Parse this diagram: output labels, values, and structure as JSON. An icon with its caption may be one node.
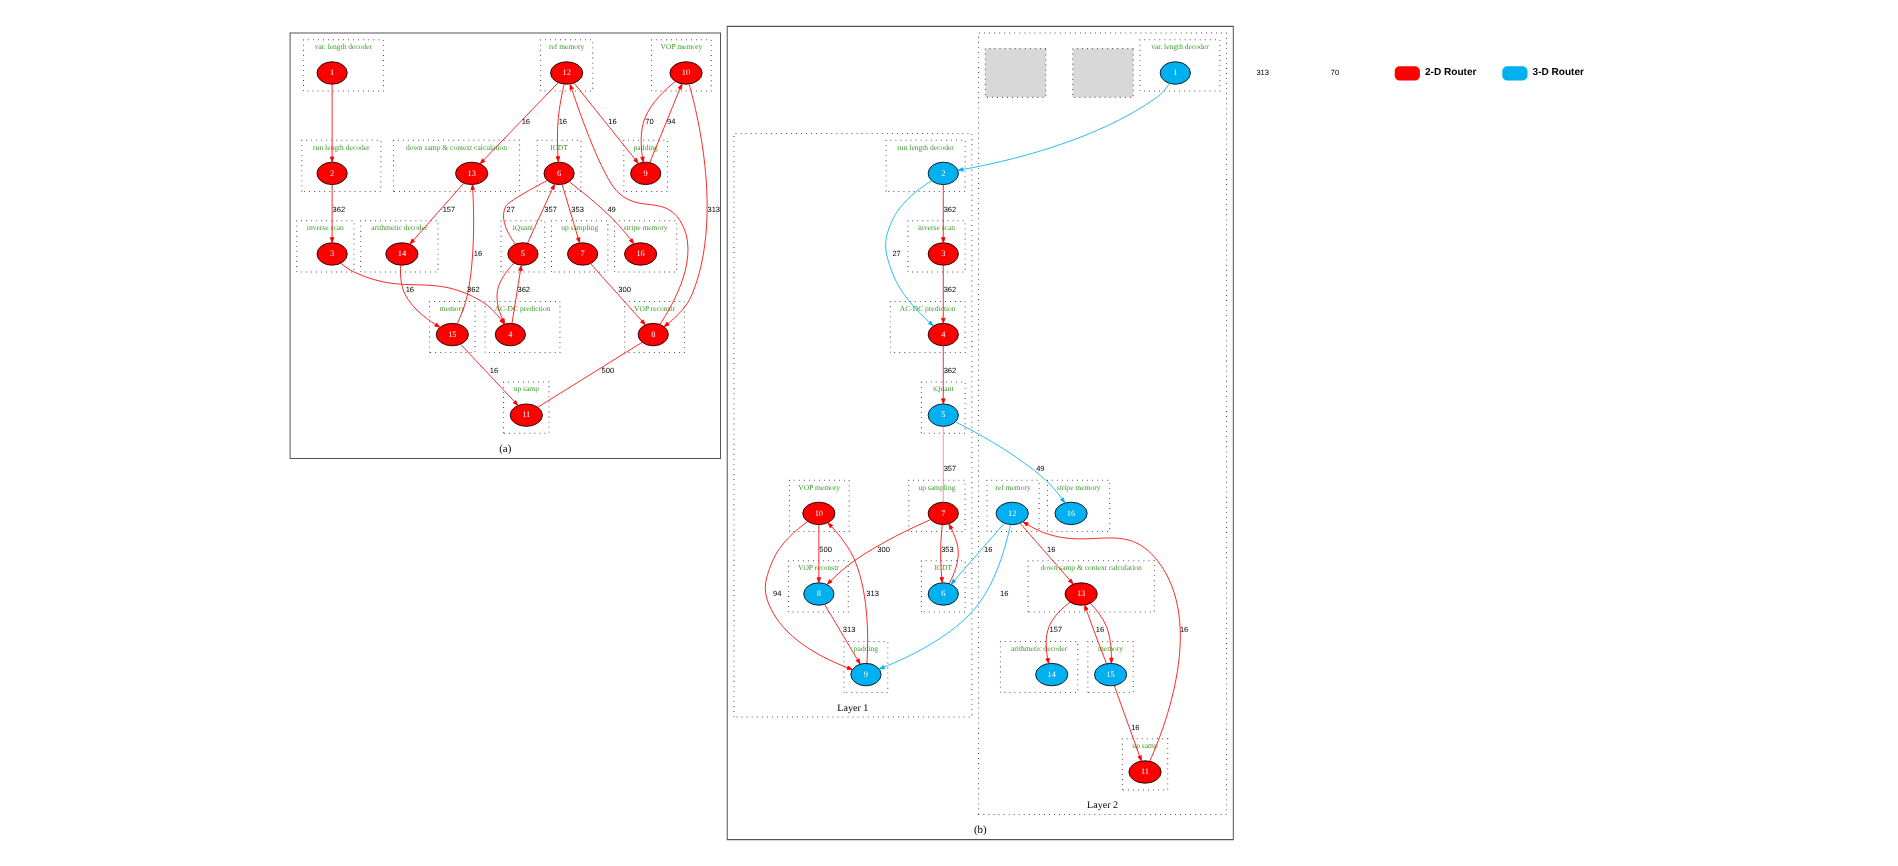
{
  "diagram": {
    "nodes": [
      {
        "text": [
          "(a)"
        ]
      },
      {
        "text": [
          "stripe memory"
        ],
        "in": 0
      },
      {
        "text": [
          "16"
        ],
        "in": 1
      },
      {
        "text": [
          "ref memory"
        ],
        "in": 0
      },
      {
        "text": [
          "12"
        ],
        "in": 3
      },
      {
        "text": [
          "down samp & context calculation"
        ],
        "in": 0
      },
      {
        "text": [
          "13"
        ],
        "in": 5
      },
      {
        "text": [
          "arithmetic decoder"
        ],
        "in": 0
      },
      {
        "text": [
          "14"
        ],
        "in": 7
      },
      {
        "text": [
          "ICDT"
        ],
        "in": 0
      },
      {
        "text": [
          "6"
        ],
        "in": 9
      },
      {
        "text": [
          "up sampling"
        ],
        "in": 0
      },
      {
        "text": [
          "7"
        ],
        "in": 11
      },
      {
        "text": [
          "VOP reconstr"
        ],
        "in": 0
      },
      {
        "text": [
          "8"
        ],
        "in": 13
      },
      {
        "text": [
          "memory"
        ],
        "in": 0
      },
      {
        "text": [
          "15"
        ],
        "in": 15
      },
      {
        "text": [
          "iQuant"
        ],
        "in": 0
      },
      {
        "text": [
          "5"
        ],
        "in": 17
      },
      {
        "text": [
          "run length decoder"
        ],
        "in": 0
      },
      {
        "text": [
          "2"
        ],
        "in": 19
      },
      {
        "text": [
          "VOP memory"
        ],
        "in": 0
      },
      {
        "text": [
          "10"
        ],
        "in": 21
      },
      {
        "text": [
          "up samp"
        ],
        "in": 0
      },
      {
        "text": [
          "11"
        ],
        "in": 23
      },
      {
        "text": [
          "AC-DC prediction"
        ],
        "in": 0
      },
      {
        "text": [
          "4"
        ],
        "in": 25
      },
      {
        "text": [
          "inverse scan"
        ],
        "in": 0
      },
      {
        "text": [
          "3"
        ],
        "in": 27
      },
      {
        "text": [
          "padding"
        ],
        "in": 0
      },
      {
        "text": [
          "9"
        ],
        "in": 29
      },
      {
        "text": [
          "var. length decoder"
        ],
        "in": 0
      },
      {
        "text": [
          "1"
        ],
        "in": 31
      },
      {
        "text": [
          "(b)"
        ]
      },
      {
        "text": [
          "Layer 1"
        ],
        "in": 33
      },
      {
        "text": [
          "iQuant"
        ],
        "in": 34
      },
      {
        "text": [
          "5"
        ],
        "in": 35
      },
      {
        "text": [
          "AC-DC prediction"
        ],
        "in": 34
      },
      {
        "text": [
          "4"
        ],
        "in": 37
      },
      {
        "text": [
          "run length decoder"
        ],
        "in": 34
      },
      {
        "text": [
          "2"
        ],
        "in": 39
      },
      {
        "text": [
          "up sampling"
        ],
        "in": 34
      },
      {
        "text": [
          "7"
        ],
        "in": 41
      },
      {
        "text": [
          "VOP reconstr"
        ],
        "in": 34
      },
      {
        "text": [
          "8"
        ],
        "in": 43
      },
      {
        "text": [
          "inverse scan"
        ],
        "in": 34
      },
      {
        "text": [
          "3"
        ],
        "in": 45
      },
      {
        "text": [
          "ICDT"
        ],
        "in": 34
      },
      {
        "text": [
          "6"
        ],
        "in": 47
      },
      {
        "text": [
          "VOP memory"
        ],
        "in": 34
      },
      {
        "text": [
          "10"
        ],
        "in": 49
      },
      {
        "text": [
          "padding"
        ],
        "in": 34
      },
      {
        "text": [
          "9"
        ],
        "in": 51
      },
      {
        "text": [
          "Layer 2"
        ],
        "in": 33
      },
      {
        "text": [
          "stripe memory"
        ],
        "in": 53
      },
      {
        "text": [
          "16"
        ],
        "in": 54
      },
      {
        "text": [],
        "shape": "box",
        "in": 53
      },
      {
        "text": [
          "var. length decoder"
        ],
        "in": 53
      },
      {
        "text": [
          "1"
        ],
        "in": 57
      },
      {
        "text": [],
        "shape": "box",
        "in": 53
      },
      {
        "text": [
          "ref memory"
        ],
        "in": 53
      },
      {
        "text": [
          "12"
        ],
        "in": 60
      },
      {
        "text": [
          "up samp"
        ],
        "in": 53
      },
      {
        "text": [
          "11"
        ],
        "in": 62
      },
      {
        "text": [
          "arithmetic decoder"
        ],
        "in": 53
      },
      {
        "text": [
          "14"
        ],
        "in": 64
      },
      {
        "text": [
          "down samp & context calculation"
        ],
        "in": 53
      },
      {
        "text": [
          "13"
        ],
        "in": 66
      },
      {
        "text": [
          "memory"
        ],
        "in": 53
      },
      {
        "text": [
          "15"
        ],
        "in": 68
      }
    ],
    "edges": [
      {
        "from": 10,
        "to": 2,
        "arrow": "to",
        "label": "49"
      },
      {
        "from": 4,
        "to": 10,
        "arrow": "to",
        "label": "16"
      },
      {
        "from": 4,
        "to": 6,
        "arrow": "to",
        "label": "16"
      },
      {
        "from": 6,
        "to": 8,
        "arrow": "to",
        "label": "157"
      },
      {
        "from": 8,
        "to": 16,
        "arrow": "to",
        "label": "16"
      },
      {
        "from": 16,
        "to": 6,
        "arrow": "to",
        "label": "16"
      },
      {
        "from": 10,
        "to": 12,
        "arrow": "to",
        "label": "353"
      },
      {
        "from": 12,
        "to": 14,
        "arrow": "to",
        "label": "300"
      },
      {
        "from": 14,
        "to": 4,
        "arrow": "to"
      },
      {
        "from": 4,
        "to": 30,
        "arrow": "to",
        "label": "16"
      },
      {
        "from": 14,
        "to": 24,
        "arrow": "none",
        "label": "500"
      },
      {
        "from": 22,
        "to": 14,
        "arrow": "to",
        "label": "313"
      },
      {
        "from": 16,
        "to": 24,
        "arrow": "to",
        "label": "16"
      },
      {
        "from": 10,
        "to": 18,
        "arrow": "none",
        "label": "27"
      },
      {
        "from": 18,
        "to": 26,
        "arrow": "to"
      },
      {
        "from": 26,
        "to": 18,
        "arrow": "to",
        "label": "362"
      },
      {
        "from": 18,
        "to": 10,
        "arrow": "to",
        "label": "357"
      },
      {
        "from": 20,
        "to": 28,
        "arrow": "to",
        "label": "362"
      },
      {
        "from": 28,
        "to": 26,
        "arrow": "to",
        "label": "362"
      },
      {
        "from": 32,
        "to": 20,
        "arrow": "to"
      },
      {
        "from": 22,
        "to": 30,
        "arrow": "to",
        "label": "70"
      },
      {
        "from": 30,
        "to": 22,
        "arrow": "to",
        "label": "94"
      },
      {
        "from": 38,
        "to": 36,
        "arrow": "to",
        "label": "362"
      },
      {
        "from": 40,
        "to": 38,
        "arrow": "to",
        "label": "27",
        "color": "#00b0f0"
      },
      {
        "from": 58,
        "to": 40,
        "arrow": "to",
        "color": "#00b0f0"
      },
      {
        "from": 36,
        "to": 55,
        "arrow": "to",
        "label": "49",
        "color": "#00b0f0"
      },
      {
        "from": 40,
        "to": 46,
        "arrow": "to",
        "label": "362"
      },
      {
        "from": 46,
        "to": 38,
        "arrow": "to",
        "label": "362"
      },
      {
        "from": 36,
        "to": 42,
        "arrow": "none",
        "label": "357",
        "color": "#ff8080"
      },
      {
        "from": 42,
        "to": 44,
        "arrow": "to",
        "label": "300"
      },
      {
        "from": 42,
        "to": 48,
        "arrow": "to",
        "label": "353"
      },
      {
        "from": 48,
        "to": 42,
        "arrow": "to"
      },
      {
        "from": 50,
        "to": 44,
        "arrow": "to",
        "label": "500"
      },
      {
        "from": 44,
        "to": 52,
        "arrow": "to",
        "label": "313"
      },
      {
        "from": 52,
        "to": 50,
        "arrow": "to",
        "label": "313"
      },
      {
        "from": 50,
        "to": 52,
        "arrow": "to",
        "label": "94"
      },
      {
        "from": 61,
        "to": 48,
        "arrow": "to",
        "label": "16",
        "color": "#00b0f0"
      },
      {
        "from": 61,
        "to": 52,
        "arrow": "to",
        "label": "16",
        "color": "#00b0f0"
      },
      {
        "from": 63,
        "to": 61,
        "arrow": "to",
        "label": "16"
      },
      {
        "from": 61,
        "to": 67,
        "arrow": "to",
        "label": "16"
      },
      {
        "from": 67,
        "to": 65,
        "arrow": "to",
        "label": "157"
      },
      {
        "from": 67,
        "to": 69,
        "arrow": "to"
      },
      {
        "from": 69,
        "to": 67,
        "arrow": "to",
        "label": "16"
      },
      {
        "from": 69,
        "to": 63,
        "arrow": "to",
        "label": "16"
      }
    ],
    "labels": [
      "313",
      "70"
    ],
    "legend": [
      {
        "text": "2-D Router",
        "color": "#ff0000"
      },
      {
        "text": "3-D Router",
        "color": "#00b0f0"
      }
    ]
  }
}
